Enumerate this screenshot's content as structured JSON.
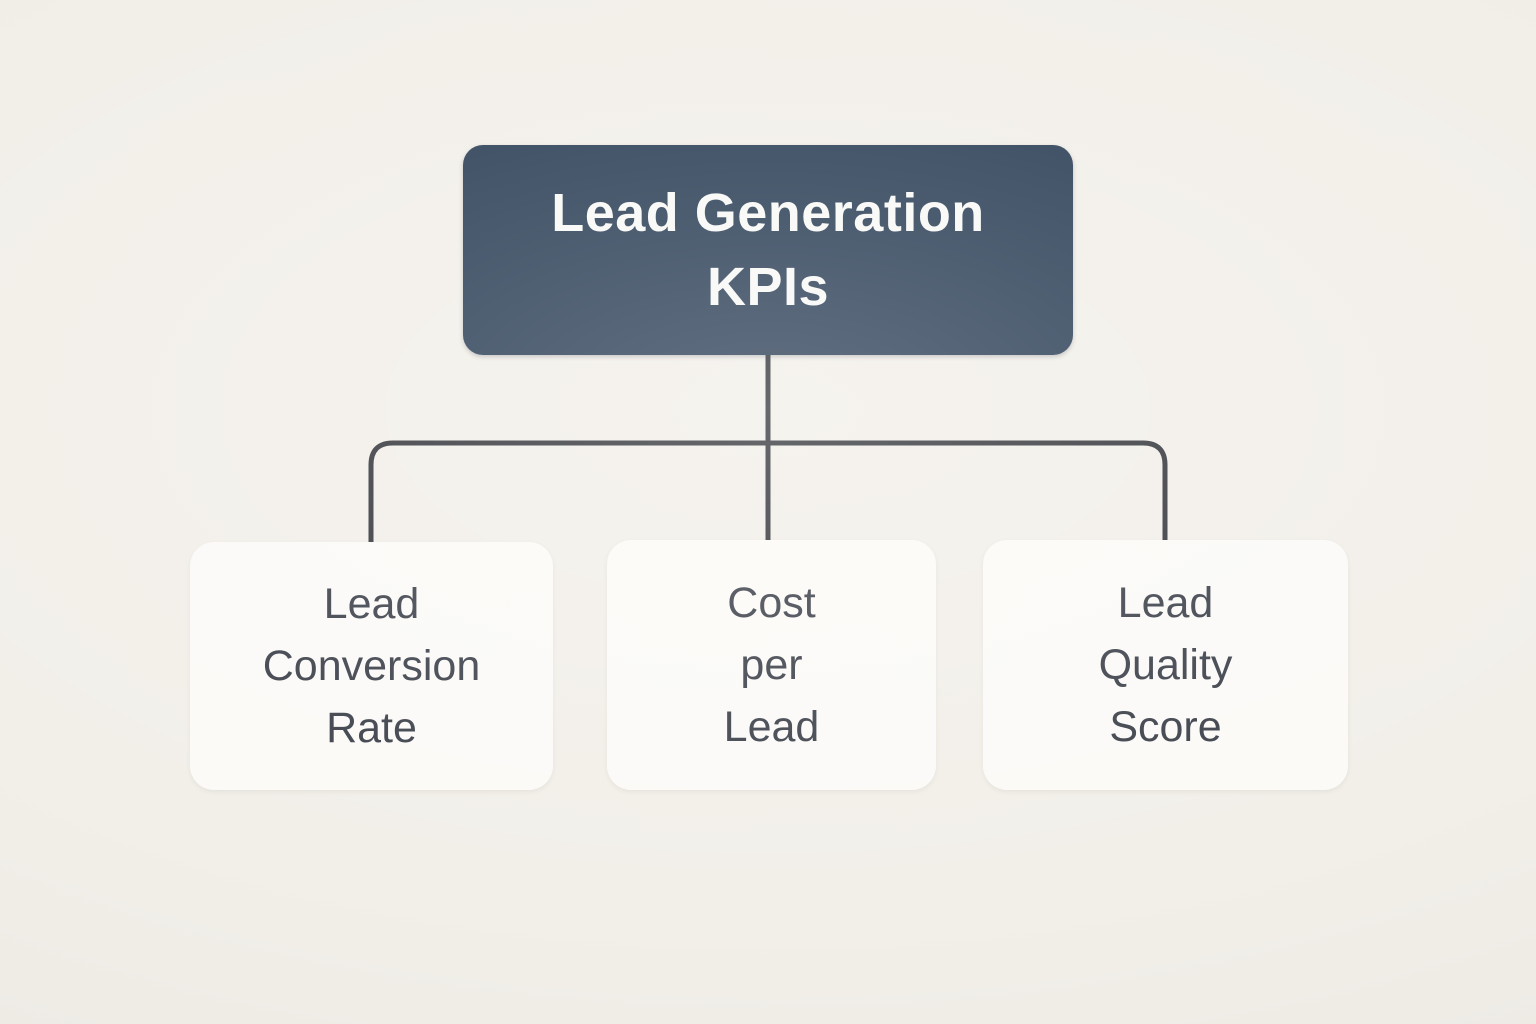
{
  "diagram": {
    "background_color": "#f2efe9",
    "connector_color": "#33363b",
    "root_node": {
      "label": "Lead Generation KPIs",
      "lines": [
        "Lead Generation",
        "KPIs"
      ],
      "bg_color": "#2d4057",
      "text_color": "#f8f8f6"
    },
    "child_nodes": [
      {
        "label": "Lead Conversion Rate",
        "lines": [
          "Lead",
          "Conversion",
          "Rate"
        ]
      },
      {
        "label": "Cost per Lead",
        "lines": [
          "Cost",
          "per",
          "Lead"
        ]
      },
      {
        "label": "Lead Quality Score",
        "lines": [
          "Lead",
          "Quality",
          "Score"
        ]
      }
    ],
    "child_bg_color": "#fbfaf7",
    "child_text_color": "#3d414a"
  }
}
